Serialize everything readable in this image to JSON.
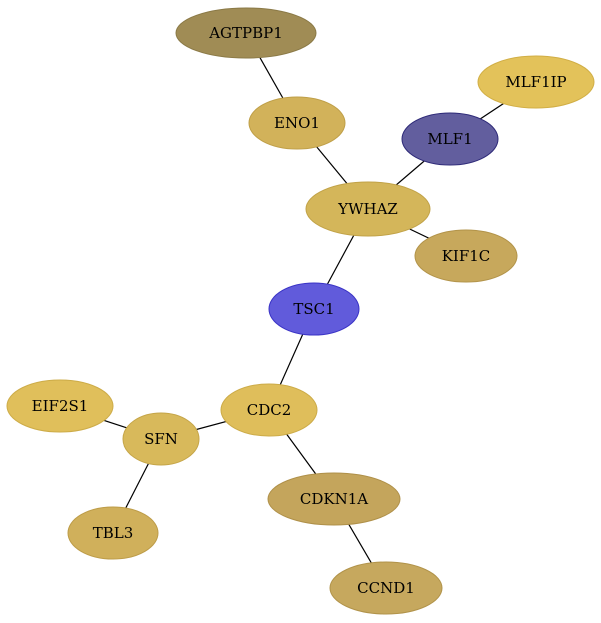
{
  "nodes": [
    {
      "id": "AGTPBP1",
      "label": "AGTPBP1",
      "fill": "#A08C55",
      "stroke": "#8A7946"
    },
    {
      "id": "ENO1",
      "label": "ENO1",
      "fill": "#D2B25A",
      "stroke": "#BF9F48"
    },
    {
      "id": "MLF1IP",
      "label": "MLF1IP",
      "fill": "#E3C25A",
      "stroke": "#D1AE45"
    },
    {
      "id": "MLF1",
      "label": "MLF1",
      "fill": "#625E9E",
      "stroke": "#2E2A78"
    },
    {
      "id": "YWHAZ",
      "label": "YWHAZ",
      "fill": "#D4B65A",
      "stroke": "#C1A247"
    },
    {
      "id": "KIF1C",
      "label": "KIF1C",
      "fill": "#C7A85C",
      "stroke": "#B29349"
    },
    {
      "id": "TSC1",
      "label": "TSC1",
      "fill": "#615BDB",
      "stroke": "#3A33C6"
    },
    {
      "id": "CDC2",
      "label": "CDC2",
      "fill": "#DFBE5B",
      "stroke": "#CCAB48"
    },
    {
      "id": "EIF2S1",
      "label": "EIF2S1",
      "fill": "#E0BF5B",
      "stroke": "#CDAC48"
    },
    {
      "id": "SFN",
      "label": "SFN",
      "fill": "#D8B95B",
      "stroke": "#C5A548"
    },
    {
      "id": "CDKN1A",
      "label": "CDKN1A",
      "fill": "#C4A55C",
      "stroke": "#AF9049"
    },
    {
      "id": "TBL3",
      "label": "TBL3",
      "fill": "#D0B05B",
      "stroke": "#BD9C48"
    },
    {
      "id": "CCND1",
      "label": "CCND1",
      "fill": "#C6A85E",
      "stroke": "#B1934A"
    }
  ],
  "edges": [
    [
      "AGTPBP1",
      "ENO1"
    ],
    [
      "ENO1",
      "YWHAZ"
    ],
    [
      "MLF1IP",
      "MLF1"
    ],
    [
      "MLF1",
      "YWHAZ"
    ],
    [
      "YWHAZ",
      "KIF1C"
    ],
    [
      "YWHAZ",
      "TSC1"
    ],
    [
      "TSC1",
      "CDC2"
    ],
    [
      "CDC2",
      "SFN"
    ],
    [
      "CDC2",
      "CDKN1A"
    ],
    [
      "EIF2S1",
      "SFN"
    ],
    [
      "SFN",
      "TBL3"
    ],
    [
      "CDKN1A",
      "CCND1"
    ]
  ]
}
